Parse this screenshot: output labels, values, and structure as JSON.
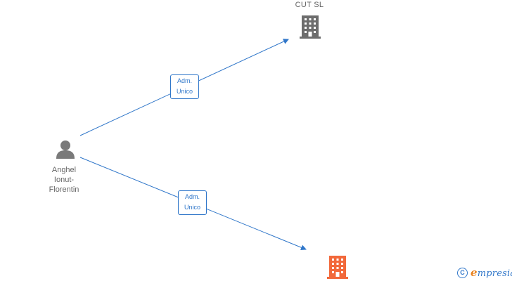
{
  "nodes": {
    "company_top": {
      "label": "CUT  SL",
      "color": "#6d6d6d"
    },
    "person": {
      "label_lines": [
        "Anghel",
        "Ionut-",
        "Florentin"
      ],
      "color": "#7a7a7a"
    },
    "company_bottom": {
      "label": "",
      "color": "#f2693b"
    }
  },
  "edges": [
    {
      "label_lines": [
        "Adm.",
        "Unico"
      ],
      "color": "#2f76c9"
    },
    {
      "label_lines": [
        "Adm.",
        "Unico"
      ],
      "color": "#2f76c9"
    }
  ],
  "branding": {
    "copyright_symbol": "C",
    "name_first_letter": "e",
    "name_rest": "mpresia"
  }
}
